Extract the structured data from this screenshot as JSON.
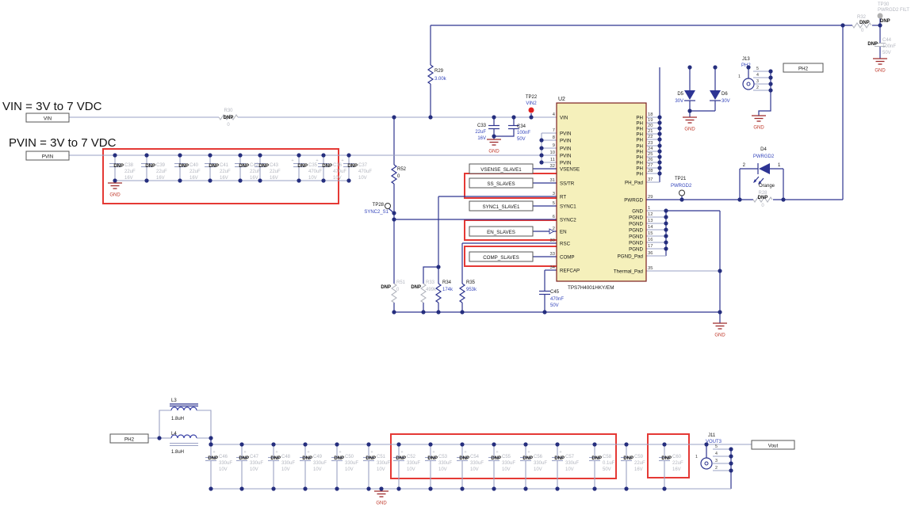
{
  "gnd": "GND",
  "h": {
    "vin": "VIN = 3V to 7 VDC",
    "pvin": "PVIN = 3V to 7 VDC"
  },
  "flags": {
    "vin": "VIN",
    "pvin": "PVIN",
    "ph2r": "PH2",
    "ph2b": "PH2",
    "vout": "Vout"
  },
  "boxes": {
    "vsense": "VSENSE_SLAVE1",
    "ss": "SS_SLAVES",
    "sync1": "SYNC1_SLAVE1",
    "en": "EN_SLAVES",
    "comp": "COMP_SLAVES"
  },
  "ic": {
    "ref": "U2",
    "part": "TPS7H4001HKY/EM",
    "left_pins": [
      {
        "num": "4",
        "name": "VIN"
      },
      {
        "num": "7",
        "name": "PVIN"
      },
      {
        "num": "8",
        "name": "PVIN"
      },
      {
        "num": "9",
        "name": "PVIN"
      },
      {
        "num": "10",
        "name": "PVIN"
      },
      {
        "num": "11",
        "name": "PVIN"
      },
      {
        "num": "32",
        "name": "VSENSE"
      },
      {
        "num": "31",
        "name": "SS/TR"
      },
      {
        "num": "3",
        "name": "RT"
      },
      {
        "num": "5",
        "name": "SYNC1"
      },
      {
        "num": "6",
        "name": "SYNC2"
      },
      {
        "num": "2",
        "name": "EN"
      },
      {
        "num": "30",
        "name": "RSC"
      },
      {
        "num": "33",
        "name": "COMP"
      },
      {
        "num": "34",
        "name": "REFCAP"
      }
    ],
    "right_pins": [
      {
        "num": "18",
        "name": "PH"
      },
      {
        "num": "19",
        "name": "PH"
      },
      {
        "num": "20",
        "name": "PH"
      },
      {
        "num": "21",
        "name": "PH"
      },
      {
        "num": "22",
        "name": "PH"
      },
      {
        "num": "23",
        "name": "PH"
      },
      {
        "num": "24",
        "name": "PH"
      },
      {
        "num": "25",
        "name": "PH"
      },
      {
        "num": "26",
        "name": "PH"
      },
      {
        "num": "27",
        "name": "PH"
      },
      {
        "num": "28",
        "name": "PH"
      },
      {
        "num": "37",
        "name": "PH_Pad"
      },
      {
        "num": "29",
        "name": "PWRGD"
      },
      {
        "num": "1",
        "name": "GND"
      },
      {
        "num": "12",
        "name": "PGND"
      },
      {
        "num": "13",
        "name": "PGND"
      },
      {
        "num": "14",
        "name": "PGND"
      },
      {
        "num": "15",
        "name": "PGND"
      },
      {
        "num": "16",
        "name": "PGND"
      },
      {
        "num": "17",
        "name": "PGND"
      },
      {
        "num": "36",
        "name": "PGND_Pad"
      },
      {
        "num": "35",
        "name": "Thermal_Pad"
      }
    ]
  },
  "r": {
    "r29": {
      "ref": "R29",
      "value": "3.00k"
    },
    "r30": {
      "ref": "R30",
      "value": "0",
      "dnp": "DNP"
    },
    "r32": {
      "ref": "R32",
      "value": "0",
      "dnp": "DNP"
    },
    "r28": {
      "ref": "R28",
      "value": "0",
      "dnp": "DNP"
    },
    "r52": {
      "ref": "R52",
      "value": "0"
    },
    "r51": {
      "ref": "R51",
      "value": "0",
      "dnp": "DNP"
    },
    "r33": {
      "ref": "R33",
      "value": "499k",
      "dnp": "DNP"
    },
    "r34": {
      "ref": "R34",
      "value": "174k"
    },
    "r35": {
      "ref": "R35",
      "value": "953k"
    }
  },
  "c": {
    "c33": {
      "ref": "C33",
      "value": "22uF",
      "volts": "16V"
    },
    "c34": {
      "ref": "C34",
      "value": "100nF",
      "volts": "50V"
    },
    "c44": {
      "ref": "C44",
      "value": "100nF",
      "volts": "50V",
      "dnp": "DNP"
    },
    "c45": {
      "ref": "C45",
      "value": "470nF",
      "volts": "50V"
    }
  },
  "cap_row_top": [
    {
      "ref": "C38",
      "value": "22uF",
      "volts": "16V",
      "dnp": "DNP"
    },
    {
      "ref": "C39",
      "value": "22uF",
      "volts": "16V",
      "dnp": "DNP"
    },
    {
      "ref": "C40",
      "value": "22uF",
      "volts": "16V",
      "dnp": "DNP"
    },
    {
      "ref": "C41",
      "value": "22uF",
      "volts": "16V",
      "dnp": "DNP"
    },
    {
      "ref": "C42",
      "value": "22uF",
      "volts": "16V",
      "dnp": "DNP"
    },
    {
      "ref": "C43",
      "value": "22uF",
      "volts": "16V",
      "dnp": "DNP"
    },
    {
      "ref": "C35",
      "value": "470uF",
      "volts": "10V",
      "dnp": "DNP",
      "pol": "+"
    },
    {
      "ref": "C36",
      "value": "470uF",
      "volts": "10V",
      "dnp": "DNP",
      "pol": "+"
    },
    {
      "ref": "C37",
      "value": "470uF",
      "volts": "10V",
      "dnp": "DNP",
      "pol": "+"
    }
  ],
  "cap_row_bottom": [
    {
      "ref": "C46",
      "value": "330uF",
      "volts": "10V",
      "dnp": "DNP",
      "pol": "+"
    },
    {
      "ref": "C47",
      "value": "330uF",
      "volts": "10V",
      "dnp": "DNP",
      "pol": "+"
    },
    {
      "ref": "C48",
      "value": "330uF",
      "volts": "10V",
      "dnp": "DNP",
      "pol": "+"
    },
    {
      "ref": "C49",
      "value": "330uF",
      "volts": "10V",
      "dnp": "DNP",
      "pol": "+"
    },
    {
      "ref": "C50",
      "value": "330uF",
      "volts": "10V",
      "dnp": "DNP",
      "pol": "+"
    },
    {
      "ref": "C51",
      "value": "330uF",
      "volts": "10V",
      "dnp": "DNP",
      "pol": "+"
    },
    {
      "ref": "C52",
      "value": "330uF",
      "volts": "10V",
      "dnp": "DNP",
      "pol": "+"
    },
    {
      "ref": "C53",
      "value": "330uF",
      "volts": "10V",
      "dnp": "DNP",
      "pol": "+"
    },
    {
      "ref": "C54",
      "value": "330uF",
      "volts": "10V",
      "dnp": "DNP",
      "pol": "+"
    },
    {
      "ref": "C55",
      "value": "330uF",
      "volts": "10V",
      "dnp": "DNP",
      "pol": "+"
    },
    {
      "ref": "C56",
      "value": "330uF",
      "volts": "10V",
      "dnp": "DNP",
      "pol": "+"
    },
    {
      "ref": "C57",
      "value": "330uF",
      "volts": "10V",
      "dnp": "DNP",
      "pol": "+"
    },
    {
      "ref": "C58",
      "value": "0.1uF",
      "volts": "50V",
      "dnp": "DNP"
    },
    {
      "ref": "C59",
      "value": "22uF",
      "volts": "16V",
      "dnp": "DNP"
    },
    {
      "ref": "C60",
      "value": "22uF",
      "volts": "16V",
      "dnp": "DNP"
    }
  ],
  "d": {
    "d4": {
      "ref": "D4",
      "net": "PWRGD2",
      "color": "Orange",
      "p1": "1",
      "p2": "2"
    },
    "d5": {
      "ref": "D5",
      "value": "30V"
    },
    "d6": {
      "ref": "D6",
      "value": "30V"
    }
  },
  "l": {
    "l3": {
      "ref": "L3",
      "value": "1.8uH"
    },
    "l4": {
      "ref": "L4",
      "value": "1.8uH"
    }
  },
  "tp": {
    "tp22": {
      "ref": "TP22",
      "net": "VIN2"
    },
    "tp28": {
      "ref": "TP28",
      "net": "SYNC2_S1"
    },
    "tp21": {
      "ref": "TP21",
      "net": "PWRGD2"
    },
    "tp30": {
      "ref": "TP30",
      "net": "PWRGD2 FILT",
      "dnp": "DNP"
    }
  },
  "j": {
    "j13": {
      "ref": "J13",
      "net": "PH2",
      "pins": [
        "1",
        "2",
        "3",
        "4",
        "5"
      ]
    },
    "j11": {
      "ref": "J11",
      "net": "VOUT3",
      "pins": [
        "1",
        "2",
        "3",
        "4",
        "5"
      ]
    }
  }
}
